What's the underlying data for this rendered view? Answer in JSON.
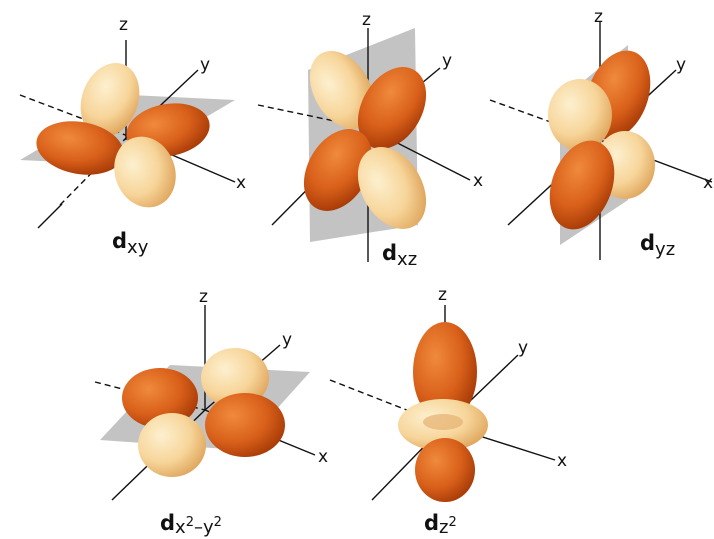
{
  "colors": {
    "dark_lobe": "#d9601a",
    "dark_lobe_edge": "#a93c08",
    "light_lobe": "#f7d59a",
    "light_lobe_edge": "#e0a860",
    "plane": "#b9b9b9",
    "axis": "#111111"
  },
  "axes": {
    "x": "x",
    "y": "y",
    "z": "z"
  },
  "orbitals": [
    {
      "id": "dxy",
      "symbol": "d",
      "subscript": "xy"
    },
    {
      "id": "dxz",
      "symbol": "d",
      "subscript": "xz"
    },
    {
      "id": "dyz",
      "symbol": "d",
      "subscript": "yz"
    },
    {
      "id": "dx2y2",
      "symbol": "d",
      "subscript_base1": "x",
      "sup1": "2",
      "dash": "–",
      "subscript_base2": "y",
      "sup2": "2"
    },
    {
      "id": "dz2",
      "symbol": "d",
      "subscript_base1": "z",
      "sup1": "2"
    }
  ]
}
